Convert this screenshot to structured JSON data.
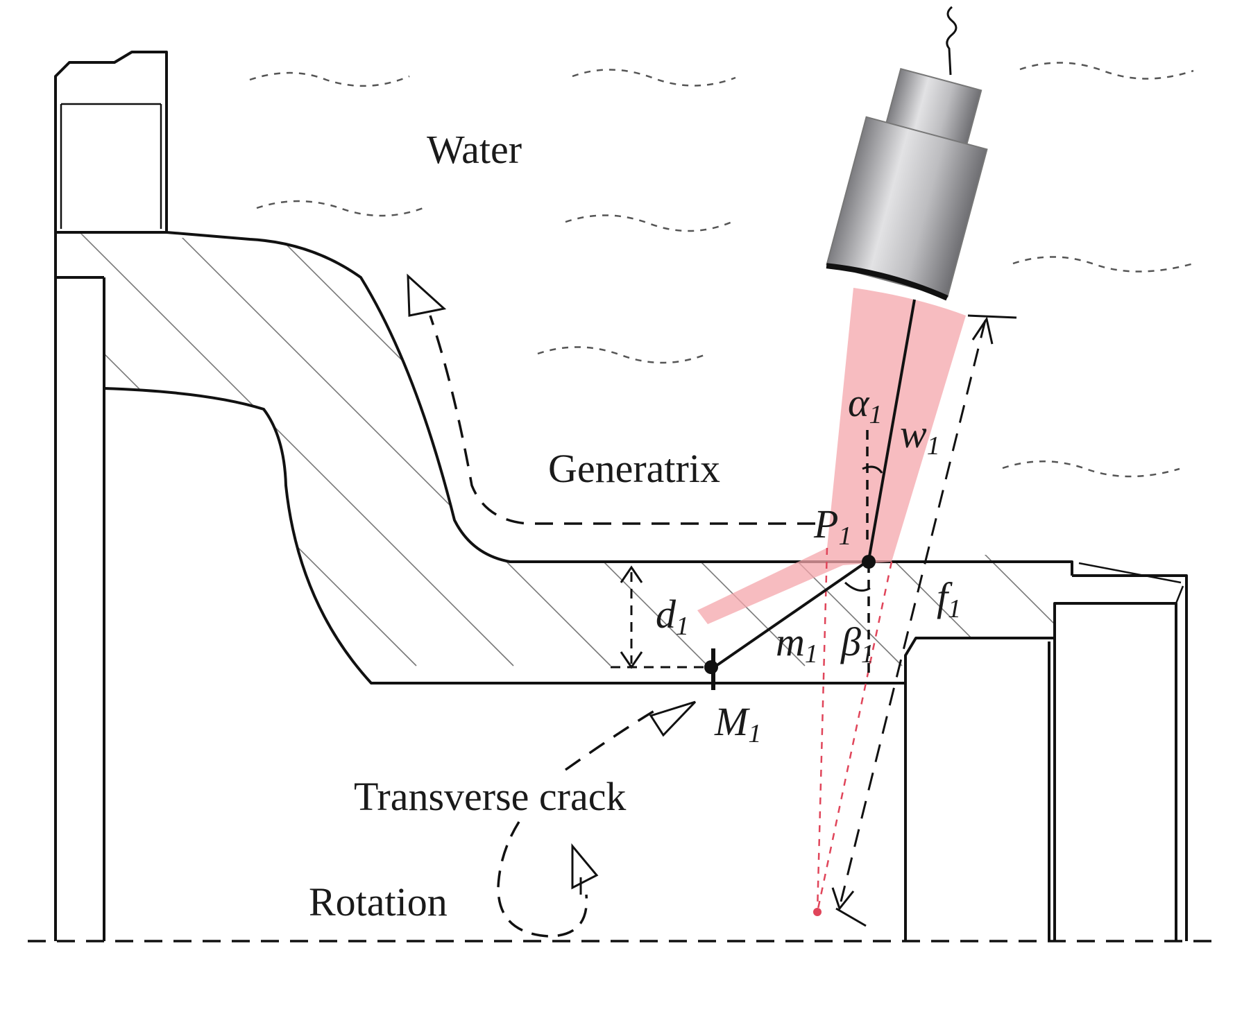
{
  "labels": {
    "water": "Water",
    "generatrix": "Generatrix",
    "transverse_crack": "Transverse crack",
    "rotation": "Rotation"
  },
  "symbols": {
    "alpha": {
      "main": "α",
      "sub": "1"
    },
    "w": {
      "main": "w",
      "sub": "1"
    },
    "p": {
      "main": "P",
      "sub": "1"
    },
    "d": {
      "main": "d",
      "sub": "1"
    },
    "m": {
      "main": "m",
      "sub": "1"
    },
    "beta": {
      "main": "β",
      "sub": "1"
    },
    "f": {
      "main": "f",
      "sub": "1"
    },
    "M": {
      "main": "M",
      "sub": "1"
    }
  },
  "colors": {
    "beam": "#f4a6ab",
    "outline": "#111111",
    "focal_rays": "#e0455a",
    "probe_body": "#b8b8bb"
  }
}
